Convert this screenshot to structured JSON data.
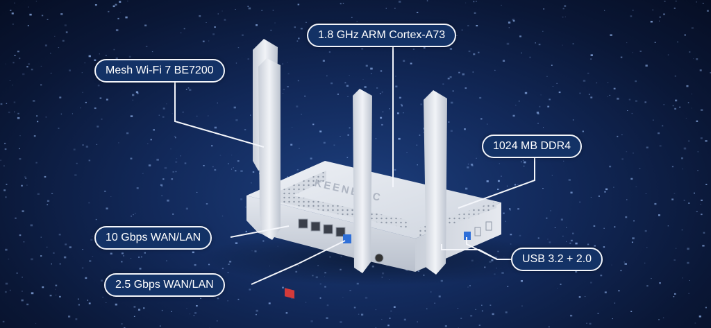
{
  "callouts": {
    "cpu": "1.8 GHz ARM Cortex-A73",
    "wifi": "Mesh Wi-Fi 7 BE7200",
    "ram": "1024 MB DDR4",
    "wan10": "10 Gbps WAN/LAN",
    "wan25": "2.5 Gbps WAN/LAN",
    "usb": "USB 3.2 + 2.0"
  },
  "colors": {
    "background": "#12295a",
    "callout_fill": "#133266",
    "callout_border": "#f4f6fb",
    "router_body": "#dfe3ea",
    "port_10g": "#d23a3a",
    "port_25g": "#2e6fd8",
    "usb_port": "#2e6fd8"
  },
  "device": {
    "logo_text": "KEENETIC"
  }
}
